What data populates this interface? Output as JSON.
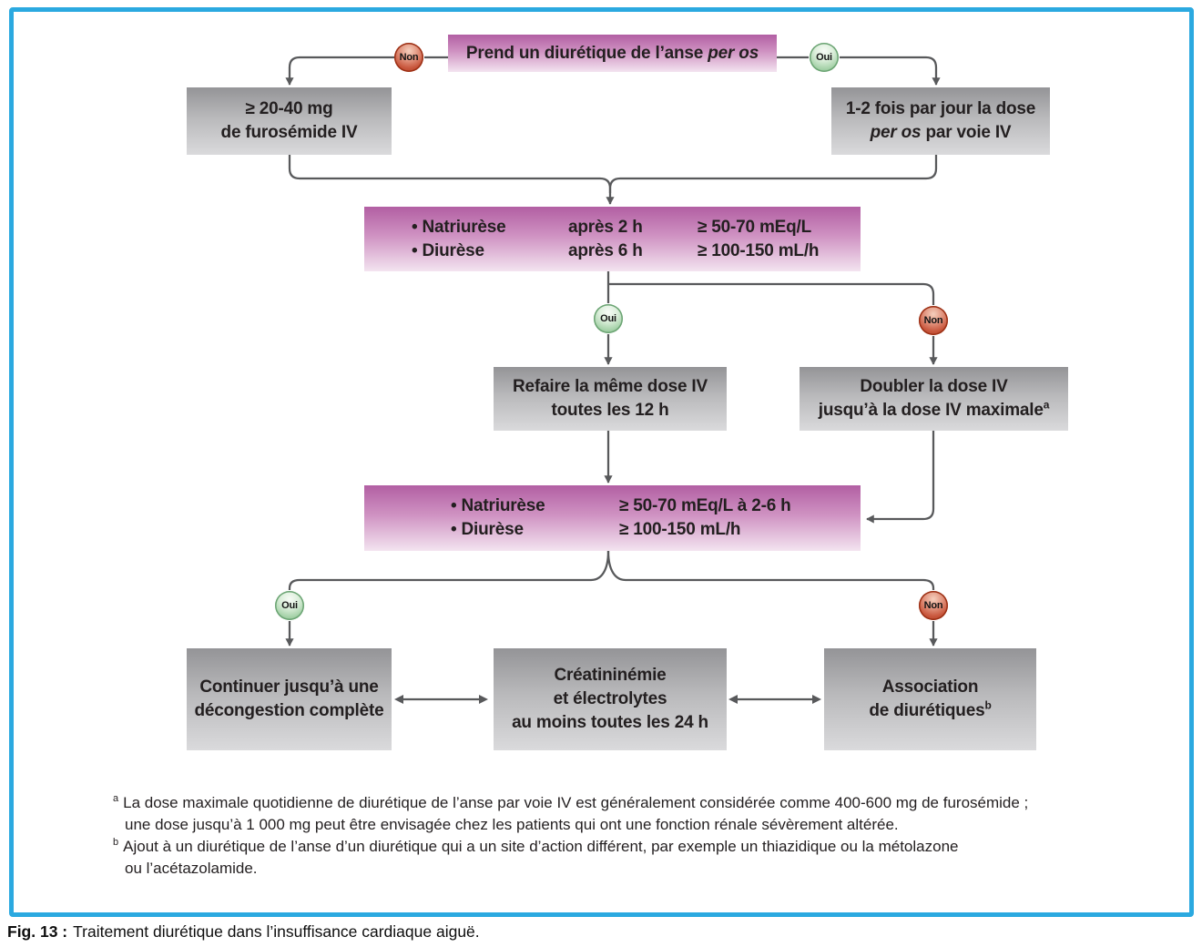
{
  "labels": {
    "oui": "Oui",
    "non": "Non"
  },
  "nodes": {
    "start": {
      "text": "Prend un diurétique de l’anse ",
      "italic": "per os"
    },
    "no_branch": {
      "line1": "≥ 20-40 mg",
      "line2": "de furosémide IV"
    },
    "yes_branch": {
      "line1": "1-2 fois par jour la dose",
      "italic": "per os",
      "line2_rest": " par voie IV"
    },
    "check1": {
      "rows": [
        {
          "label": "• Natriurèse",
          "time": "après 2 h",
          "value": "≥ 50-70 mEq/L"
        },
        {
          "label": "• Diurèse",
          "time": "après 6 h",
          "value": "≥ 100-150 mL/h"
        }
      ]
    },
    "repeat": {
      "line1": "Refaire la même dose IV",
      "line2": "toutes les 12 h"
    },
    "double": {
      "line1": "Doubler la dose IV",
      "line2": "jusqu’à la dose IV maximale",
      "sup": "a"
    },
    "check2": {
      "rows": [
        {
          "label": "• Natriurèse",
          "value": "≥ 50-70 mEq/L à 2-6 h"
        },
        {
          "label": "• Diurèse",
          "value": "≥ 100-150 mL/h"
        }
      ]
    },
    "continue": {
      "line1": "Continuer jusqu’à une",
      "line2": "décongestion complète"
    },
    "monitor": {
      "line1": "Créatininémie",
      "line2": "et électrolytes",
      "line3": "au moins toutes les 24 h"
    },
    "association": {
      "line1": "Association",
      "line2": "de diurétiques",
      "sup": "b"
    }
  },
  "footnotes": [
    {
      "sup": "a",
      "line1": "La dose maximale quotidienne de diurétique de l’anse par voie IV est généralement considérée comme 400-600 mg de furosémide ;",
      "line2": "une dose jusqu’à 1 000 mg peut être envisagée chez les patients qui ont une fonction rénale sévèrement altérée."
    },
    {
      "sup": "b",
      "line1": "Ajout à un diurétique de l’anse d’un diurétique qui a un site d’action différent, par exemple un thiazidique ou la métolazone",
      "line2": "ou l’acétazolamide."
    }
  ],
  "caption": {
    "prefix": "Fig. 13 :",
    "text": "Traitement diurétique dans l’insuffisance cardiaque aiguë."
  },
  "colors": {
    "frame_border": "#2BA9E0",
    "pink_top": "#B25FA3",
    "pink_bottom": "#F3E4F0",
    "gray_top": "#949497",
    "gray_bottom": "#DADADC",
    "line": "#58595B",
    "oui_green": "#74AD7C",
    "non_red": "#A93A20"
  }
}
